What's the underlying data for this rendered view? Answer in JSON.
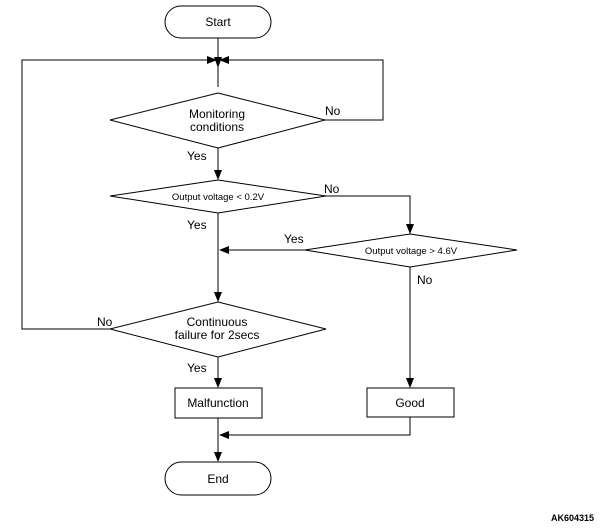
{
  "nodes": {
    "start": "Start",
    "monitoring": [
      "Monitoring",
      "conditions"
    ],
    "low_check": "Output voltage < 0.2V",
    "high_check": "Output voltage > 4.6V",
    "continuous": [
      "Continuous",
      "failure for 2secs"
    ],
    "malfunction": "Malfunction",
    "good": "Good",
    "end": "End"
  },
  "edges": {
    "monitoring_yes": "Yes",
    "monitoring_no": "No",
    "low_yes": "Yes",
    "low_no": "No",
    "high_yes": "Yes",
    "high_no": "No",
    "continuous_yes": "Yes",
    "continuous_no": "No"
  },
  "figure_code": "AK604315"
}
